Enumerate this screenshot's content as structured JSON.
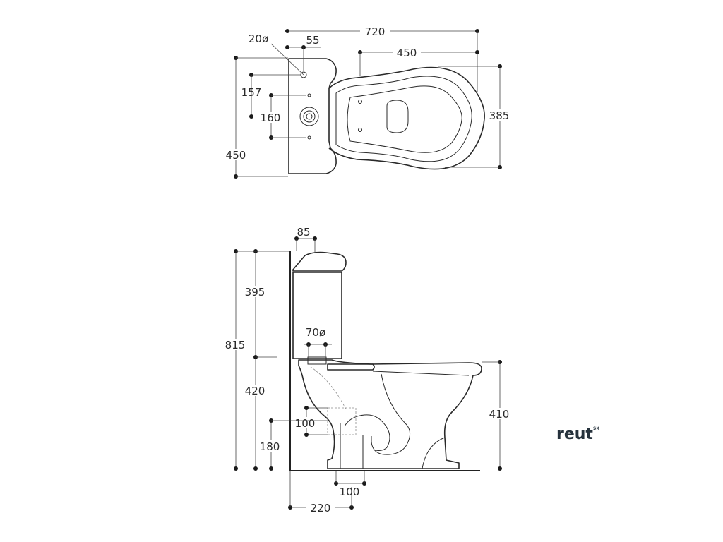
{
  "top_view": {
    "dim_width_total": "720",
    "dim_bowl_length": "450",
    "dim_hole_diameter": "20ø",
    "dim_hole_offset": "55",
    "dim_157": "157",
    "dim_160": "160",
    "dim_depth": "450",
    "dim_bowl_width": "385"
  },
  "side_view": {
    "dim_lid": "85",
    "dim_cistern": "395",
    "dim_total_height": "815",
    "dim_outlet_diameter": "70ø",
    "dim_pan_height": "420",
    "dim_outlet_100": "100",
    "dim_outlet_180": "180",
    "dim_rim_height": "410",
    "dim_floor_outlet": "100",
    "dim_wall_distance": "220"
  },
  "brand": {
    "name": "reut",
    "superscript": "SK"
  },
  "colors": {
    "line": "#2a2a2a",
    "logo": "#26323c"
  }
}
